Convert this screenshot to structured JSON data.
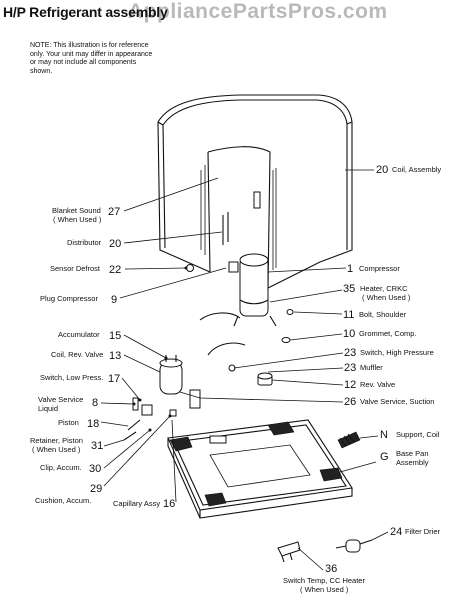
{
  "title": "H/P Refrigerant assembly",
  "watermark": "AppliancePartsPros.com",
  "note": "NOTE: This illustration is for reference only. Your unit may differ in appearance or may not include all components shown.",
  "callouts": [
    {
      "id": "c20a",
      "num": "20",
      "label": "Coil, Assembly"
    },
    {
      "id": "c27",
      "num": "27",
      "label": "Blanket Sound",
      "label2": "( When Used )"
    },
    {
      "id": "c20b",
      "num": "20",
      "label": "Distributor"
    },
    {
      "id": "c22",
      "num": "22",
      "label": "Sensor Defrost"
    },
    {
      "id": "c1",
      "num": "1",
      "label": "Compressor"
    },
    {
      "id": "c35",
      "num": "35",
      "label": "Heater, CRKC",
      "label2": "( When Used )"
    },
    {
      "id": "c9",
      "num": "9",
      "label": "Plug Compressor"
    },
    {
      "id": "c11",
      "num": "11",
      "label": "Bolt, Shoulder"
    },
    {
      "id": "c15",
      "num": "15",
      "label": "Accumulator"
    },
    {
      "id": "c10",
      "num": "10",
      "label": "Grommet, Comp."
    },
    {
      "id": "c13",
      "num": "13",
      "label": "Coil, Rev. Valve"
    },
    {
      "id": "c23a",
      "num": "23",
      "label": "Switch, High Pressure"
    },
    {
      "id": "c17",
      "num": "17",
      "label": "Switch, Low Press."
    },
    {
      "id": "c23b",
      "num": "23",
      "label": "Muffler"
    },
    {
      "id": "c12",
      "num": "12",
      "label": "Rev. Valve"
    },
    {
      "id": "c8",
      "num": "8",
      "label": "Valve Service",
      "label2": "Liquid"
    },
    {
      "id": "c26",
      "num": "26",
      "label": "Valve Service, Suction"
    },
    {
      "id": "c18",
      "num": "18",
      "label": "Piston"
    },
    {
      "id": "cN",
      "num": "N",
      "label": "Support, Coil"
    },
    {
      "id": "c31",
      "num": "31",
      "label": "Retainer, Piston",
      "label2": "( When Used )"
    },
    {
      "id": "cG",
      "num": "G",
      "label": "Base Pan",
      "label2": "Assembly"
    },
    {
      "id": "c30",
      "num": "30",
      "label": "Clip, Accum."
    },
    {
      "id": "c29",
      "num": "29",
      "label": "Cushion, Accum."
    },
    {
      "id": "c16",
      "num": "16",
      "label": "Capillary Assy"
    },
    {
      "id": "c24",
      "num": "24",
      "label": "Filter Drier"
    },
    {
      "id": "c36",
      "num": "36",
      "label": "Switch Temp, CC Heater",
      "label2": "( When Used )"
    }
  ]
}
